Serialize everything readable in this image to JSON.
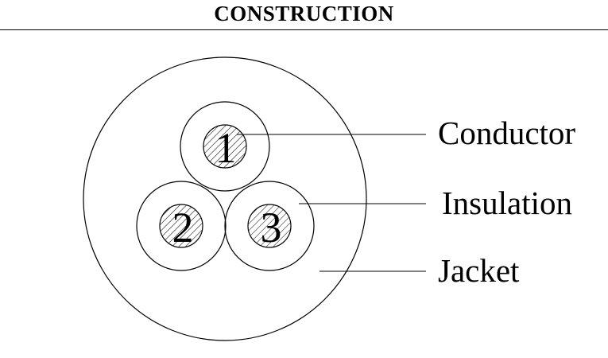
{
  "title": "CONSTRUCTION",
  "core_numbers": [
    "1",
    "2",
    "3"
  ],
  "labels": {
    "conductor": "Conductor",
    "insulation": "Insulation",
    "jacket": "Jacket"
  },
  "colors": {
    "line": "#000000",
    "background": "#ffffff"
  }
}
